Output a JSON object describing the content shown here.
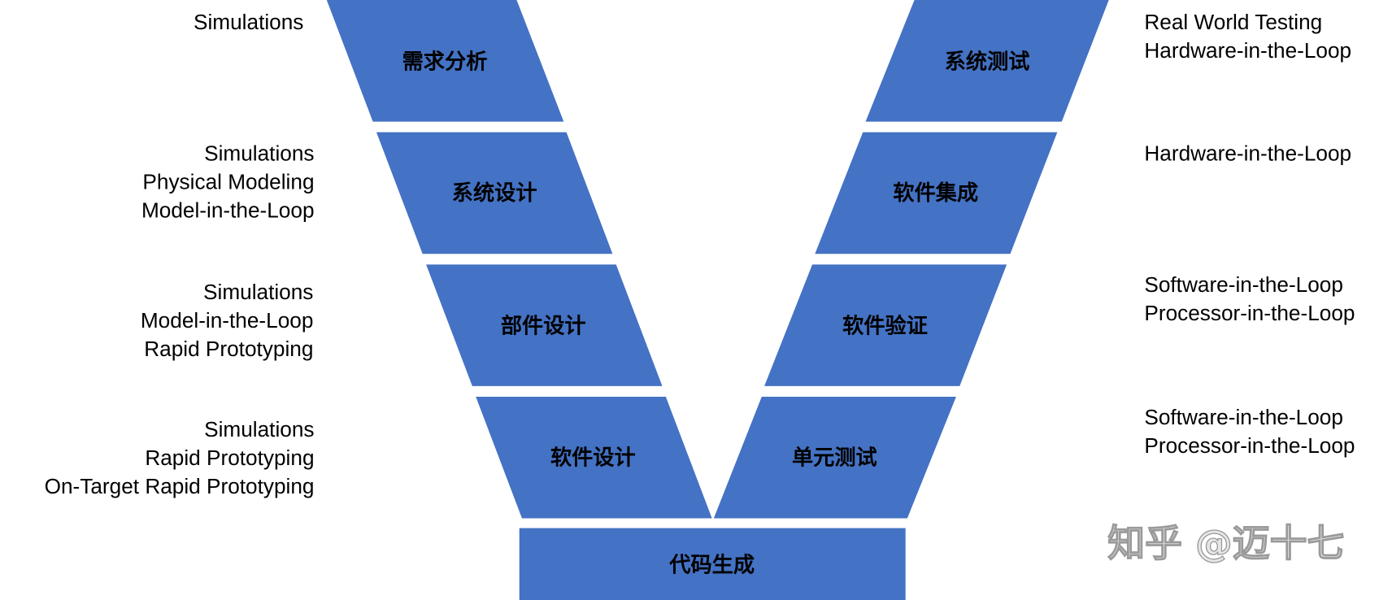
{
  "diagram": {
    "left_stages": [
      {
        "label": "需求分析",
        "notes": [
          "Simulations"
        ]
      },
      {
        "label": "系统设计",
        "notes": [
          "Simulations",
          "Physical Modeling",
          "Model-in-the-Loop"
        ]
      },
      {
        "label": "部件设计",
        "notes": [
          "Simulations",
          "Model-in-the-Loop",
          "Rapid Prototyping"
        ]
      },
      {
        "label": "软件设计",
        "notes": [
          "Simulations",
          "Rapid Prototyping",
          "On-Target Rapid Prototyping"
        ]
      }
    ],
    "right_stages": [
      {
        "label": "系统测试",
        "notes": [
          "Real World Testing",
          "Hardware-in-the-Loop"
        ]
      },
      {
        "label": "软件集成",
        "notes": [
          "Hardware-in-the-Loop"
        ]
      },
      {
        "label": "软件验证",
        "notes": [
          "Software-in-the-Loop",
          "Processor-in-the-Loop"
        ]
      },
      {
        "label": "单元测试",
        "notes": [
          "Software-in-the-Loop",
          "Processor-in-the-Loop"
        ]
      }
    ],
    "bottom_stage": {
      "label": "代码生成"
    }
  },
  "watermark": "知乎 @迈十七",
  "colors": {
    "stage_fill": "#4472C4",
    "label_text": "#000000",
    "note_text": "#000000"
  }
}
